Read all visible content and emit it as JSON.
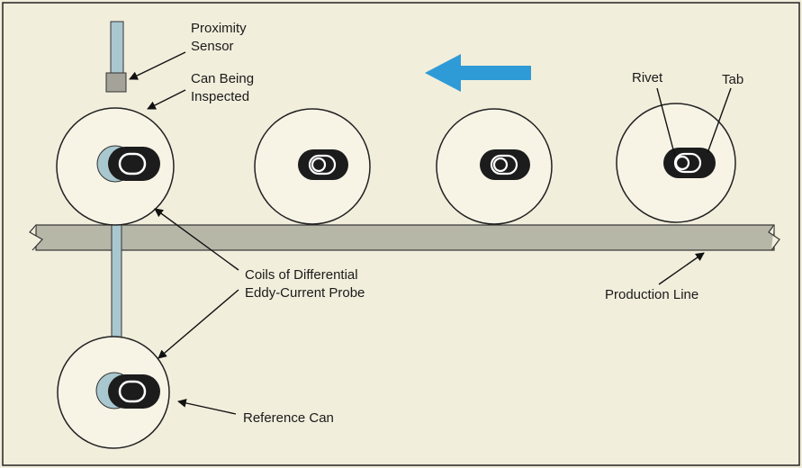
{
  "labels": {
    "proximity_sensor": "Proximity\nSensor",
    "can_being_inspected": "Can Being\nInspected",
    "rivet": "Rivet",
    "tab": "Tab",
    "coils": "Coils of Differential\nEddy-Current Probe",
    "production_line": "Production Line",
    "reference_can": "Reference Can"
  },
  "colors": {
    "background": "#f2eedc",
    "arrow": "#2f9bd6",
    "conveyor": "#b7b7a8",
    "probe": "#a9c7cf",
    "tab": "#1c1c1c"
  },
  "direction": "left"
}
